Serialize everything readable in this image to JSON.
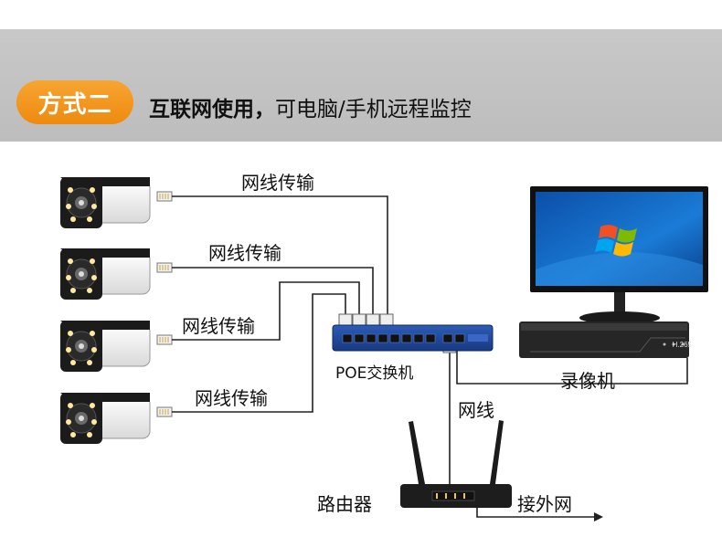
{
  "header": {
    "badge": "方式二",
    "title_bold": "互联网使用，",
    "title_rest": "可电脑/手机远程监控"
  },
  "labels": {
    "cable_1": "网线传输",
    "cable_2": "网线传输",
    "cable_3": "网线传输",
    "cable_4": "网线传输",
    "poe_switch": "POE交换机",
    "nvr": "录像机",
    "network_cable": "网线",
    "router": "路由器",
    "internet": "接外网"
  },
  "device_text": {
    "nvr_codec": "H.265"
  },
  "colors": {
    "badge": "#f39a1f",
    "header_bg": "#c4c4c4",
    "line": "#222222",
    "switch_blue": "#1e3f8a",
    "screen_blue": "#1a6fc4"
  }
}
